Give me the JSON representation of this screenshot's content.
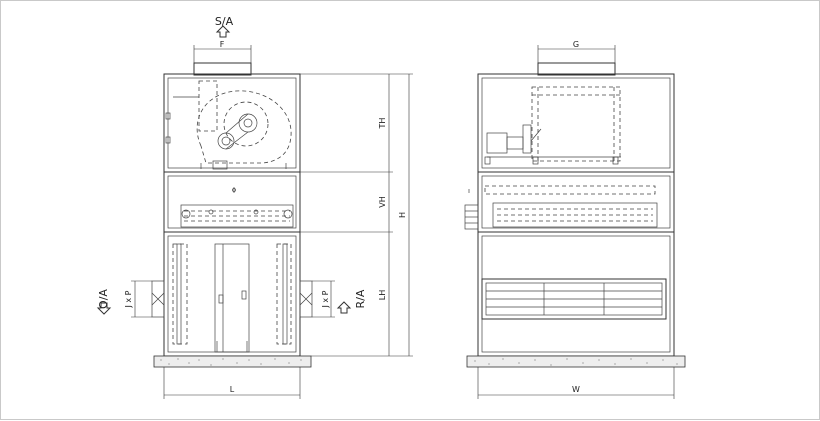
{
  "labels": {
    "supply_air": "S/A",
    "outdoor_air": "O/A",
    "return_air": "R/A",
    "dim_F": "F",
    "dim_G": "G",
    "dim_TH": "TH",
    "dim_VH": "VH",
    "dim_LH": "LH",
    "dim_H": "H",
    "dim_L": "L",
    "dim_W": "W",
    "dim_jxp": "J x P"
  }
}
